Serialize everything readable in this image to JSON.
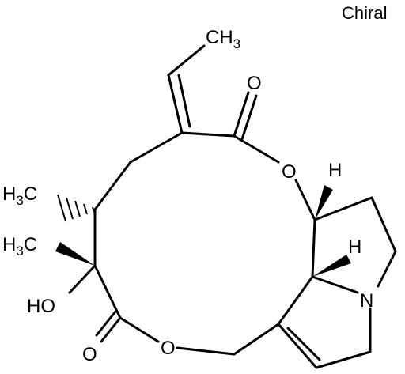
{
  "chiral_flag": "Chiral",
  "labels": {
    "ch3_top": "CH3",
    "h3c_mid": "H3C",
    "h3c_low": "H3C",
    "ho": "HO",
    "h_upper": "H",
    "h_lower": "H",
    "n": "N",
    "o_ring_left": "O",
    "o_ring_right": "O",
    "o_carbonyl_top": "O",
    "o_carbonyl_bottom": "O"
  }
}
